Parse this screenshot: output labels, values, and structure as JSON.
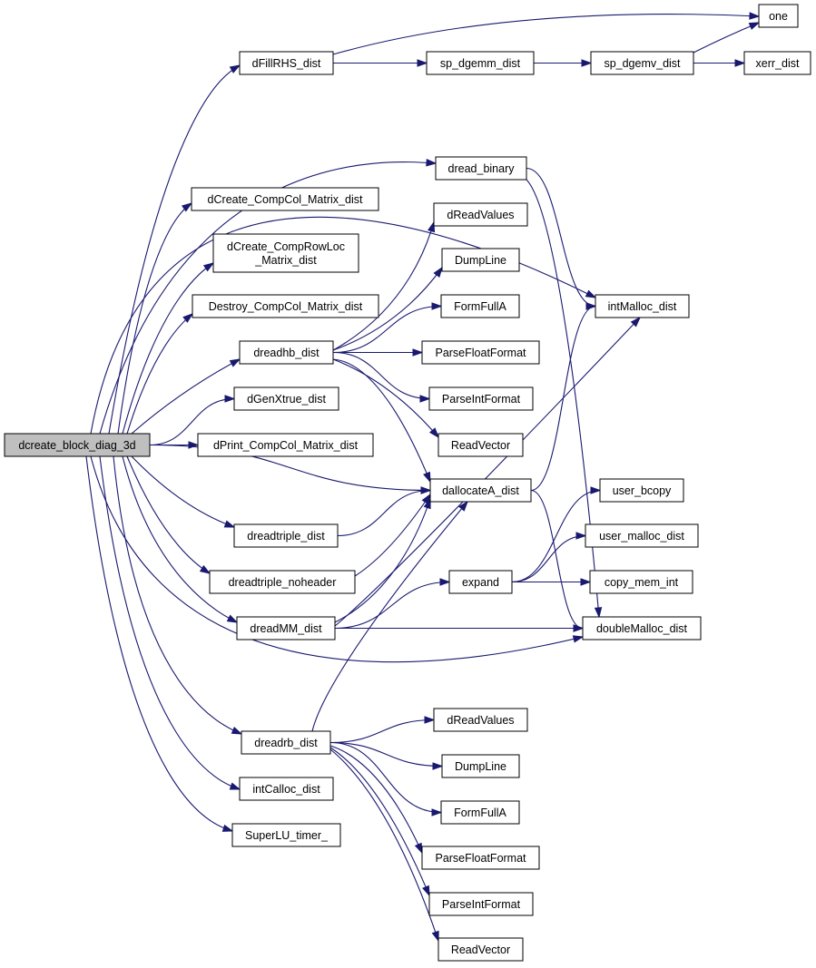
{
  "diagram": {
    "type": "call-graph",
    "colors": {
      "edge": "#191970",
      "node_fill": "#ffffff",
      "root_fill": "#bfbfbf",
      "node_border": "#000000"
    },
    "nodes": [
      {
        "id": "dcreate_block_diag_3d",
        "lines": [
          "dcreate_block_diag_3d"
        ],
        "root": true
      },
      {
        "id": "dFillRHS_dist",
        "lines": [
          "dFillRHS_dist"
        ]
      },
      {
        "id": "dread_binary",
        "lines": [
          "dread_binary"
        ]
      },
      {
        "id": "dCreate_CompCol_Matrix_dist",
        "lines": [
          "dCreate_CompCol_Matrix_dist"
        ]
      },
      {
        "id": "dCreate_CompRowLoc_Matrix_dist",
        "lines": [
          "dCreate_CompRowLoc",
          "_Matrix_dist"
        ]
      },
      {
        "id": "Destroy_CompCol_Matrix_dist",
        "lines": [
          "Destroy_CompCol_Matrix_dist"
        ]
      },
      {
        "id": "dreadhb_dist",
        "lines": [
          "dreadhb_dist"
        ]
      },
      {
        "id": "dGenXtrue_dist",
        "lines": [
          "dGenXtrue_dist"
        ]
      },
      {
        "id": "dPrint_CompCol_Matrix_dist",
        "lines": [
          "dPrint_CompCol_Matrix_dist"
        ]
      },
      {
        "id": "dallocateA_dist",
        "lines": [
          "dallocateA_dist"
        ]
      },
      {
        "id": "dreadtriple_dist",
        "lines": [
          "dreadtriple_dist"
        ]
      },
      {
        "id": "dreadtriple_noheader",
        "lines": [
          "dreadtriple_noheader"
        ]
      },
      {
        "id": "dreadMM_dist",
        "lines": [
          "dreadMM_dist"
        ]
      },
      {
        "id": "doubleMalloc_dist",
        "lines": [
          "doubleMalloc_dist"
        ]
      },
      {
        "id": "dreadrb_dist",
        "lines": [
          "dreadrb_dist"
        ]
      },
      {
        "id": "intCalloc_dist",
        "lines": [
          "intCalloc_dist"
        ]
      },
      {
        "id": "SuperLU_timer_",
        "lines": [
          "SuperLU_timer_"
        ]
      },
      {
        "id": "sp_dgemm_dist",
        "lines": [
          "sp_dgemm_dist"
        ]
      },
      {
        "id": "sp_dgemv_dist",
        "lines": [
          "sp_dgemv_dist"
        ]
      },
      {
        "id": "one",
        "lines": [
          "one"
        ]
      },
      {
        "id": "xerr_dist",
        "lines": [
          "xerr_dist"
        ]
      },
      {
        "id": "intMalloc_dist",
        "lines": [
          "intMalloc_dist"
        ]
      },
      {
        "id": "dReadValues_hb",
        "lines": [
          "dReadValues"
        ]
      },
      {
        "id": "DumpLine_hb",
        "lines": [
          "DumpLine"
        ]
      },
      {
        "id": "FormFullA_hb",
        "lines": [
          "FormFullA"
        ]
      },
      {
        "id": "ParseFloatFormat_hb",
        "lines": [
          "ParseFloatFormat"
        ]
      },
      {
        "id": "ParseIntFormat_hb",
        "lines": [
          "ParseIntFormat"
        ]
      },
      {
        "id": "ReadVector_hb",
        "lines": [
          "ReadVector"
        ]
      },
      {
        "id": "expand",
        "lines": [
          "expand"
        ]
      },
      {
        "id": "user_bcopy",
        "lines": [
          "user_bcopy"
        ]
      },
      {
        "id": "user_malloc_dist",
        "lines": [
          "user_malloc_dist"
        ]
      },
      {
        "id": "copy_mem_int",
        "lines": [
          "copy_mem_int"
        ]
      },
      {
        "id": "dReadValues_rb",
        "lines": [
          "dReadValues"
        ]
      },
      {
        "id": "DumpLine_rb",
        "lines": [
          "DumpLine"
        ]
      },
      {
        "id": "FormFullA_rb",
        "lines": [
          "FormFullA"
        ]
      },
      {
        "id": "ParseFloatFormat_rb",
        "lines": [
          "ParseFloatFormat"
        ]
      },
      {
        "id": "ParseIntFormat_rb",
        "lines": [
          "ParseIntFormat"
        ]
      },
      {
        "id": "ReadVector_rb",
        "lines": [
          "ReadVector"
        ]
      }
    ],
    "edges": [
      [
        "dcreate_block_diag_3d",
        "dFillRHS_dist"
      ],
      [
        "dcreate_block_diag_3d",
        "dread_binary"
      ],
      [
        "dcreate_block_diag_3d",
        "intMalloc_dist"
      ],
      [
        "dcreate_block_diag_3d",
        "dCreate_CompCol_Matrix_dist"
      ],
      [
        "dcreate_block_diag_3d",
        "dCreate_CompRowLoc_Matrix_dist"
      ],
      [
        "dcreate_block_diag_3d",
        "Destroy_CompCol_Matrix_dist"
      ],
      [
        "dcreate_block_diag_3d",
        "dreadhb_dist"
      ],
      [
        "dcreate_block_diag_3d",
        "dGenXtrue_dist"
      ],
      [
        "dcreate_block_diag_3d",
        "dPrint_CompCol_Matrix_dist"
      ],
      [
        "dcreate_block_diag_3d",
        "dallocateA_dist"
      ],
      [
        "dcreate_block_diag_3d",
        "dreadtriple_dist"
      ],
      [
        "dcreate_block_diag_3d",
        "dreadtriple_noheader"
      ],
      [
        "dcreate_block_diag_3d",
        "dreadMM_dist"
      ],
      [
        "dcreate_block_diag_3d",
        "doubleMalloc_dist"
      ],
      [
        "dcreate_block_diag_3d",
        "dreadrb_dist"
      ],
      [
        "dcreate_block_diag_3d",
        "intCalloc_dist"
      ],
      [
        "dcreate_block_diag_3d",
        "SuperLU_timer_"
      ],
      [
        "dFillRHS_dist",
        "sp_dgemm_dist"
      ],
      [
        "dFillRHS_dist",
        "one"
      ],
      [
        "sp_dgemm_dist",
        "sp_dgemv_dist"
      ],
      [
        "sp_dgemv_dist",
        "one"
      ],
      [
        "sp_dgemv_dist",
        "xerr_dist"
      ],
      [
        "dread_binary",
        "intMalloc_dist"
      ],
      [
        "dread_binary",
        "doubleMalloc_dist"
      ],
      [
        "dreadhb_dist",
        "dReadValues_hb"
      ],
      [
        "dreadhb_dist",
        "DumpLine_hb"
      ],
      [
        "dreadhb_dist",
        "FormFullA_hb"
      ],
      [
        "dreadhb_dist",
        "ParseFloatFormat_hb"
      ],
      [
        "dreadhb_dist",
        "ParseIntFormat_hb"
      ],
      [
        "dreadhb_dist",
        "ReadVector_hb"
      ],
      [
        "dreadhb_dist",
        "dallocateA_dist"
      ],
      [
        "dallocateA_dist",
        "intMalloc_dist"
      ],
      [
        "dallocateA_dist",
        "doubleMalloc_dist"
      ],
      [
        "dreadtriple_dist",
        "dallocateA_dist"
      ],
      [
        "dreadtriple_noheader",
        "dallocateA_dist"
      ],
      [
        "dreadMM_dist",
        "dallocateA_dist"
      ],
      [
        "dreadMM_dist",
        "expand"
      ],
      [
        "dreadMM_dist",
        "doubleMalloc_dist"
      ],
      [
        "dreadMM_dist",
        "intMalloc_dist"
      ],
      [
        "expand",
        "user_bcopy"
      ],
      [
        "expand",
        "user_malloc_dist"
      ],
      [
        "expand",
        "copy_mem_int"
      ],
      [
        "dreadrb_dist",
        "dallocateA_dist"
      ],
      [
        "dreadrb_dist",
        "dReadValues_rb"
      ],
      [
        "dreadrb_dist",
        "DumpLine_rb"
      ],
      [
        "dreadrb_dist",
        "FormFullA_rb"
      ],
      [
        "dreadrb_dist",
        "ParseFloatFormat_rb"
      ],
      [
        "dreadrb_dist",
        "ParseIntFormat_rb"
      ],
      [
        "dreadrb_dist",
        "ReadVector_rb"
      ]
    ]
  }
}
